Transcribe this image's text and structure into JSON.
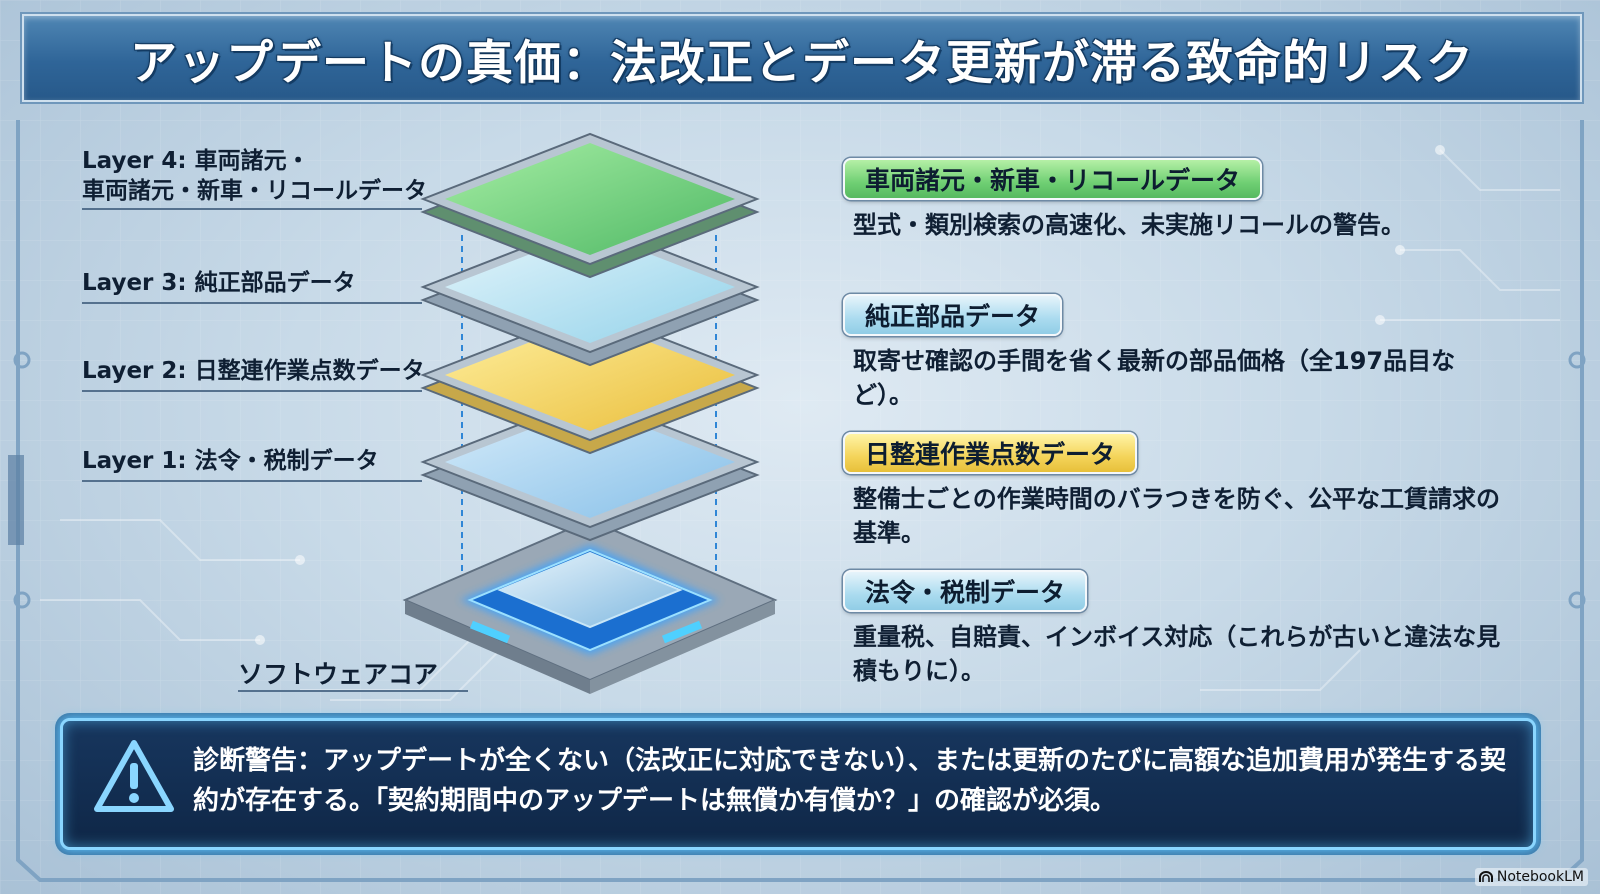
{
  "title": "アップデートの真価：法改正とデータ更新が滞る致命的リスク",
  "layers": [
    {
      "label_line1": "Layer 4: 車両諸元・",
      "label_line2": "車両諸元・新車・リコールデータ"
    },
    {
      "label_line1": "Layer 3: 純正部品データ"
    },
    {
      "label_line1": "Layer 2: 日整連作業点数データ"
    },
    {
      "label_line1": "Layer 1: 法令・税制データ"
    }
  ],
  "core_label": "ソフトウェアコア",
  "details": [
    {
      "heading": "車両諸元・新車・リコールデータ",
      "description": "型式・類別検索の高速化、未実施リコールの警告。"
    },
    {
      "heading": "純正部品データ",
      "description": "取寄せ確認の手間を省く最新の部品価格（全197品目など）。"
    },
    {
      "heading": "日整連作業点数データ",
      "description": "整備士ごとの作業時間のバラつきを防ぐ、公平な工賃請求の基準。"
    },
    {
      "heading": "法令・税制データ",
      "description": "重量税、自賠責、インボイス対応（これらが古いと違法な見積もりに）。"
    }
  ],
  "warning": {
    "icon": "warning-icon",
    "text": "診断警告：アップデートが全くない（法改正に対応できない）、または更新のたびに高額な追加費用が発生する契約が存在する。「契約期間中のアップデートは無償か有償か？」の確認が必須。"
  },
  "brand": {
    "name": "NotebookLM",
    "icon": "notebooklm-logo-icon"
  },
  "colors": {
    "layer4": "#6fcf73",
    "layer3": "#aadbef",
    "layer2": "#f4d45a",
    "layer1": "#9cc8ea",
    "title_bar": "#2f6598",
    "warning_bg": "#0f2747",
    "glow": "#5cc6ff"
  }
}
